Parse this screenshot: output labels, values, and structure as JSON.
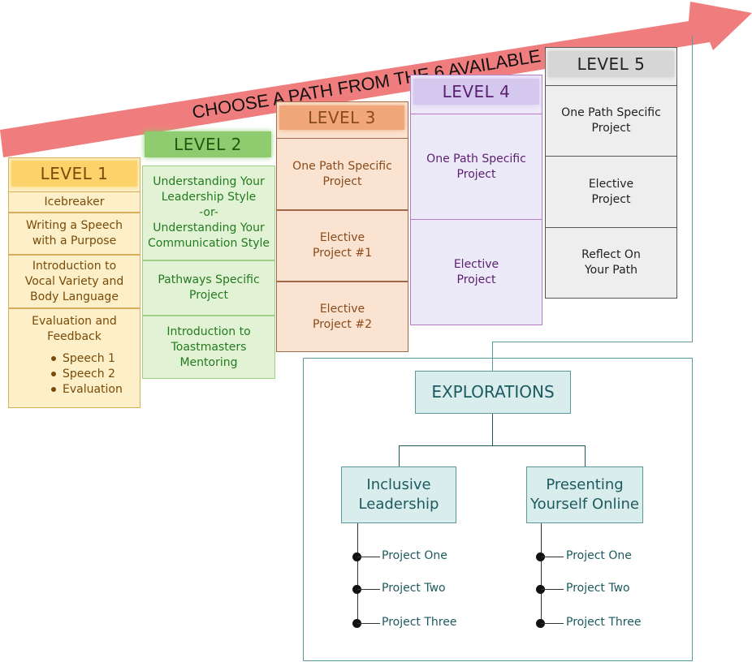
{
  "arrow": {
    "label": "CHOOSE A PATH FROM THE 6 AVAILABLE",
    "color": "#f07d7d"
  },
  "levels": [
    {
      "title": "LEVEL 1",
      "items": [
        "Icebreaker",
        "Writing a Speech\nwith a Purpose",
        "Introduction to\nVocal Variety and\nBody Language",
        "Evaluation and\nFeedback"
      ],
      "bullets": [
        "Speech 1",
        "Speech 2",
        "Evaluation"
      ],
      "header_color": "#fbd36a",
      "text_color": "#7a4a08"
    },
    {
      "title": "LEVEL 2",
      "items": [
        "Understanding Your\nLeadership Style\n-or-\nUnderstanding Your\nCommunication Style",
        "Pathways Specific\nProject",
        "Introduction to\nToastmasters\nMentoring"
      ],
      "header_color": "#8fcb6f",
      "text_color": "#237a1f"
    },
    {
      "title": "LEVEL 3",
      "items": [
        "One Path Specific\nProject",
        "Elective\nProject #1",
        "Elective\nProject #2"
      ],
      "header_color": "#f1a77a",
      "text_color": "#8a4b1a"
    },
    {
      "title": "LEVEL 4",
      "items": [
        "One Path Specific\nProject",
        "Elective\nProject"
      ],
      "header_color": "#d4c8ef",
      "text_color": "#5a1f6e"
    },
    {
      "title": "LEVEL 5",
      "items": [
        "One Path Specific\nProject",
        "Elective\nProject",
        "Reflect On\nYour Path"
      ],
      "header_color": "#d6d6d6",
      "text_color": "#222222"
    }
  ],
  "explorations": {
    "title": "EXPLORATIONS",
    "branches": [
      {
        "title": "Inclusive\nLeadership",
        "projects": [
          "Project One",
          "Project Two",
          "Project Three"
        ]
      },
      {
        "title": "Presenting\nYourself Online",
        "projects": [
          "Project One",
          "Project Two",
          "Project Three"
        ]
      }
    ]
  }
}
